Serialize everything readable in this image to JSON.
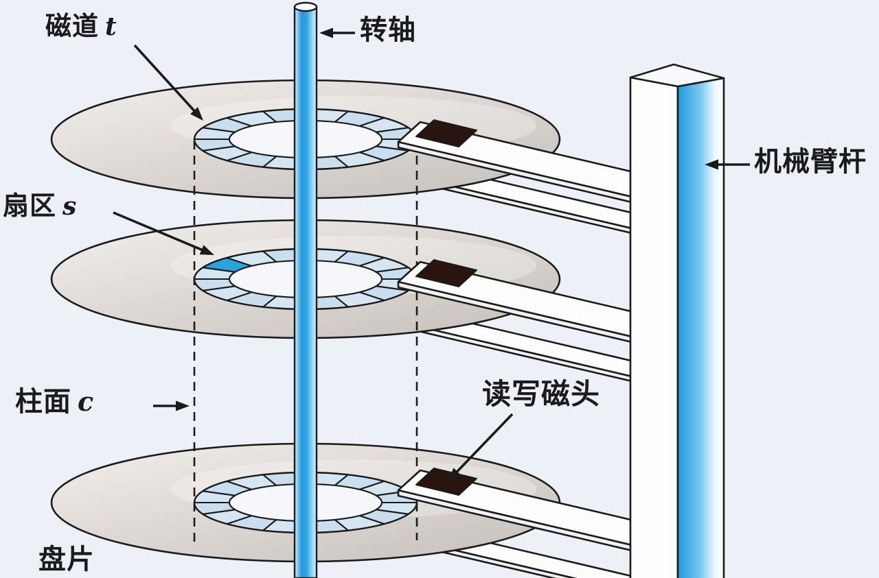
{
  "diagram": {
    "type": "hard-disk-drive-structure",
    "platter_count": 3,
    "sectors_per_track": 16,
    "arms_per_platter": 2,
    "visible_read_write_heads": 3,
    "highlighted_sector": {
      "platter": "middle",
      "cell_index": 9
    }
  },
  "labels": {
    "track": {
      "text": "磁道",
      "symbol": "t"
    },
    "spindle": {
      "text": "转轴",
      "symbol": ""
    },
    "arm_rod": {
      "text": "机械臂杆",
      "symbol": ""
    },
    "sector": {
      "text": "扇区",
      "symbol": "s"
    },
    "cylinder": {
      "text": "柱面",
      "symbol": "c"
    },
    "rw_head": {
      "text": "读写磁头",
      "symbol": ""
    },
    "platter": {
      "text": "盘片",
      "symbol": ""
    }
  },
  "colors": {
    "background": "#eef0f7",
    "ink": "#1b1b1b",
    "platter_light": "#f2efec",
    "platter_mid": "#ded9d5",
    "platter_dark": "#c4bfba",
    "hub": "#f6f7fa",
    "cell_even": "#d5e5f2",
    "cell_odd": "#c9deee",
    "cell_highlight": "#2aa3de",
    "spindle_blue": "#2399de",
    "spindle_edge": "#d9effb",
    "column_blue": "#1e98dd",
    "column_fade": "#f3faff",
    "arm_face": "#fdfdfe",
    "arm_side": "#f1f1f4",
    "head_dark": "#2a1410"
  }
}
